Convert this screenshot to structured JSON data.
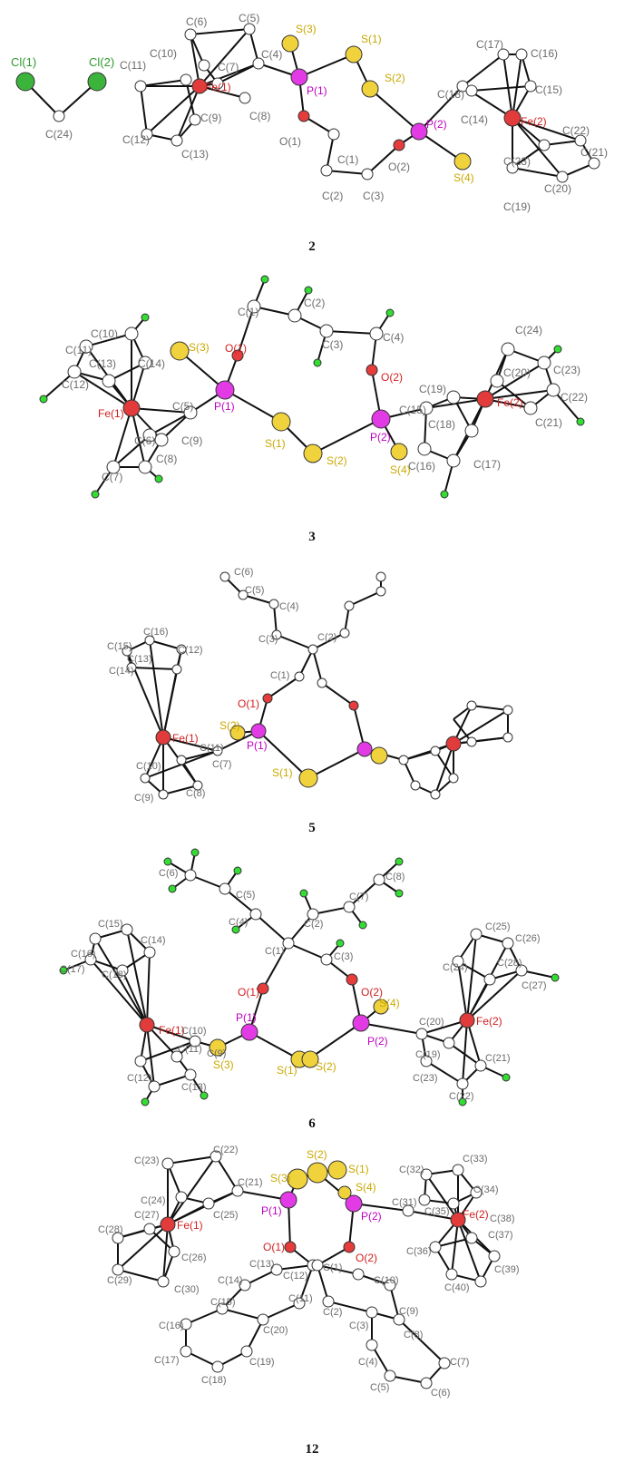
{
  "colors": {
    "bond": "#111111",
    "carbon": "#ffffff",
    "iron": "#e23b3b",
    "phosphorus": "#e23be6",
    "sulfur": "#f0d23c",
    "oxygen": "#e63c3c",
    "chlorine": "#3cb43c",
    "hydrogen": "#33dd33"
  },
  "structures": [
    {
      "caption": "2",
      "labels": {
        "cl1": "Cl(1)",
        "cl2": "Cl(2)",
        "c24": "C(24)",
        "c6": "C(6)",
        "c5": "C(5)",
        "c10": "C(10)",
        "c11": "C(11)",
        "c7": "C(7)",
        "c4": "C(4)",
        "fe1": "Fe(1)",
        "c9": "C(9)",
        "c8": "C(8)",
        "c12": "C(12)",
        "c13": "C(13)",
        "s3": "S(3)",
        "p1": "P(1)",
        "o1": "O(1)",
        "c1": "C(1)",
        "c2": "C(2)",
        "c3": "C(3)",
        "s1": "S(1)",
        "s2": "S(2)",
        "p2": "P(2)",
        "o2": "O(2)",
        "s4": "S(4)",
        "c18": "C(18)",
        "c17": "C(17)",
        "c16": "C(16)",
        "c15": "C(15)",
        "c14": "C(14)",
        "fe2": "Fe(2)",
        "c22": "C(22)",
        "c21": "C(21)",
        "c23": "C(23)",
        "c20": "C(20)",
        "c19": "C(19)"
      }
    },
    {
      "caption": "3",
      "labels": {
        "c1": "C(1)",
        "c2": "C(2)",
        "c3": "C(3)",
        "c4": "C(4)",
        "o1": "O(1)",
        "o2": "O(2)",
        "c10": "C(10)",
        "c11": "C(11)",
        "c13": "C(13)",
        "c14": "C(14)",
        "c12": "C(12)",
        "s3": "S(3)",
        "p1": "P(1)",
        "fe1": "Fe(1)",
        "c5": "C(5)",
        "c9": "C(9)",
        "c6": "C(6)",
        "c8": "C(8)",
        "c7": "C(7)",
        "s1": "S(1)",
        "s2": "S(2)",
        "p2": "P(2)",
        "s4": "S(4)",
        "c19": "C(19)",
        "c15": "C(15)",
        "c18": "C(18)",
        "c16": "C(16)",
        "c17": "C(17)",
        "fe2": "Fe(2)",
        "c24": "C(24)",
        "c20": "C(20)",
        "c23": "C(23)",
        "c22": "C(22)",
        "c21": "C(21)"
      }
    },
    {
      "caption": "5",
      "labels": {
        "c6": "C(6)",
        "c5": "C(5)",
        "c4": "C(4)",
        "c3": "C(3)",
        "c2": "C(2)",
        "c1": "C(1)",
        "o1": "O(1)",
        "s2": "S(2)",
        "p1": "P(1)",
        "s1": "S(1)",
        "c16": "C(16)",
        "c15": "C(15)",
        "c12": "C(12)",
        "c13": "C(13)",
        "c14": "C(14)",
        "fe1": "Fe(1)",
        "c11": "C(11)",
        "c7": "C(7)",
        "c10": "C(10)",
        "c8": "C(8)",
        "c9": "C(9)"
      }
    },
    {
      "caption": "6",
      "labels": {
        "c6": "C(6)",
        "c5": "C(5)",
        "c4": "C(4)",
        "c1": "C(1)",
        "c2": "C(2)",
        "c3": "C(3)",
        "c7": "C(7)",
        "c8": "C(8)",
        "o1": "O(1)",
        "o2": "O(2)",
        "p1": "P(1)",
        "p2": "P(2)",
        "s3": "S(3)",
        "s4": "S(4)",
        "s1": "S(1)",
        "s2": "S(2)",
        "c15": "C(15)",
        "c14": "C(14)",
        "c16": "C(16)",
        "c17": "C(17)",
        "c18": "C(18)",
        "fe1": "Fe(1)",
        "c10": "C(10)",
        "c9": "C(9)",
        "c11": "C(11)",
        "c12": "C(12)",
        "c13": "C(13)",
        "c25": "C(25)",
        "c26": "C(26)",
        "c24": "C(24)",
        "c28": "C(28)",
        "c27": "C(27)",
        "c20": "C(20)",
        "fe2": "Fe(2)",
        "c19": "C(19)",
        "c21": "C(21)",
        "c23": "C(23)",
        "c22": "C(22)"
      }
    },
    {
      "caption": "12",
      "labels": {
        "c23": "C(23)",
        "c22": "C(22)",
        "c24": "C(24)",
        "c21": "C(21)",
        "c27": "C(27)",
        "c25": "C(25)",
        "fe1": "Fe(1)",
        "c28": "C(28)",
        "c26": "C(26)",
        "c29": "C(29)",
        "c30": "C(30)",
        "s2": "S(2)",
        "s3": "S(3)",
        "s1": "S(1)",
        "s4": "S(4)",
        "p1": "P(1)",
        "p2": "P(2)",
        "o1": "O(1)",
        "o2": "O(2)",
        "c13": "C(13)",
        "c12": "C(12)",
        "c1": "C(1)",
        "c14": "C(14)",
        "c10": "C(10)",
        "c15": "C(15)",
        "c11": "C(11)",
        "c2": "C(2)",
        "c9": "C(9)",
        "c16": "C(16)",
        "c20": "C(20)",
        "c3": "C(3)",
        "c8": "C(8)",
        "c17": "C(17)",
        "c19": "C(19)",
        "c18": "C(18)",
        "c4": "C(4)",
        "c5": "C(5)",
        "c7": "C(7)",
        "c6": "C(6)",
        "c32": "C(32)",
        "c33": "C(33)",
        "c34": "C(34)",
        "c31": "C(31)",
        "c35": "C(35)",
        "fe2": "Fe(2)",
        "c38": "C(38)",
        "c37": "C(37)",
        "c36": "C(36)",
        "c39": "C(39)",
        "c40": "C(40)"
      }
    }
  ]
}
